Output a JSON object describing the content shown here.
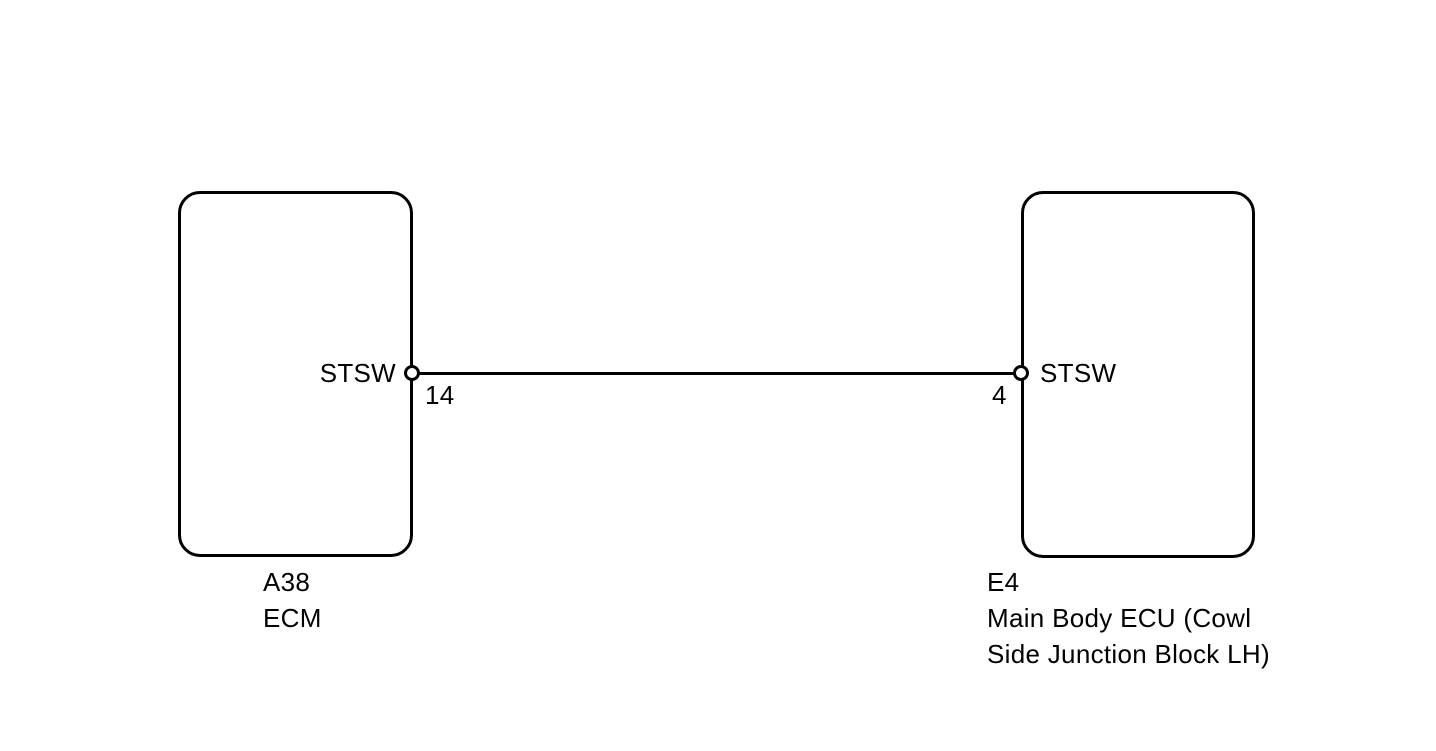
{
  "page": {
    "background": "#ffffff",
    "line_color": "#000000",
    "text_color": "#000000"
  },
  "wire": {
    "signal": "STSW",
    "from": "A38 pin 14",
    "to": "E4 pin 4"
  },
  "left_component": {
    "connector_code": "A38",
    "name": "ECM",
    "pin_signal": "STSW",
    "pin_number": "14"
  },
  "right_component": {
    "connector_code": "E4",
    "name": "Main Body ECU (Cowl Side Junction Block LH)",
    "pin_signal": "STSW",
    "pin_number": "4"
  }
}
